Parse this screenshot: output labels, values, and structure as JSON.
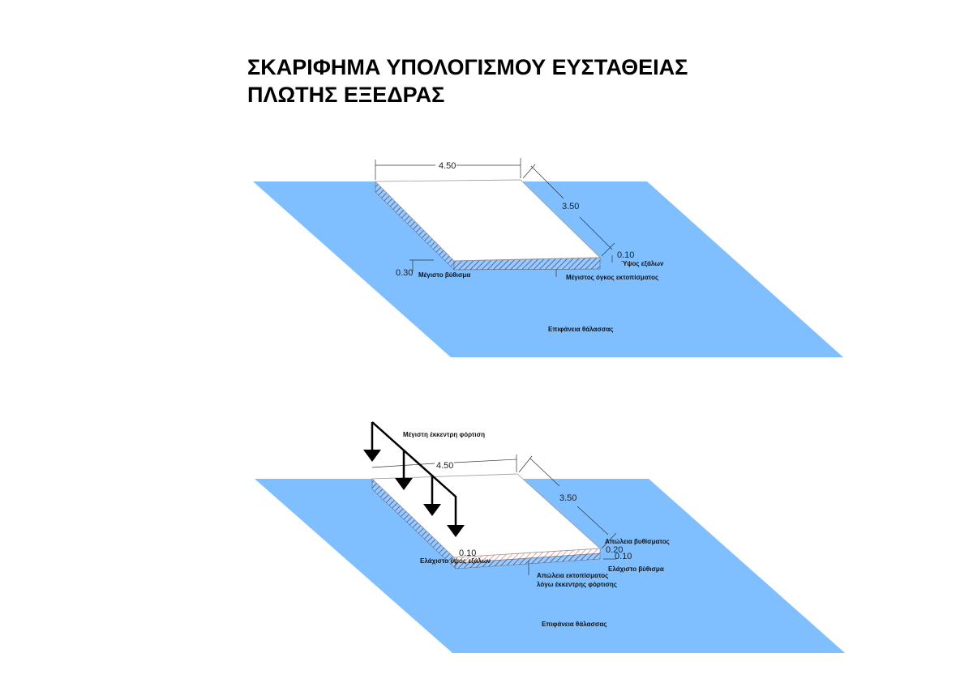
{
  "title": {
    "line1": "ΣΚΑΡΙΦΗΜΑ ΥΠΟΛΟΓΙΣΜΟΥ ΕΥΣΤΑΘΕΙΑΣ",
    "line2": "ΠΛΩΤΗΣ ΕΞΕΔΡΑΣ"
  },
  "colors": {
    "water": "#7fbfff",
    "hatch_blue": "#3a6fc8",
    "hatch_red": "#e08080"
  },
  "top_sketch": {
    "width_dim": "4.50",
    "depth_dim": "3.50",
    "freeboard_dim": "0.10",
    "freeboard_label": "Ύψος  εξάλων",
    "draft_dim": "0.30",
    "draft_label": "Μέγιστο βύθισμα",
    "displacement_label": "Μέγιστος όγκος εκτοπίσματος",
    "sea_label": "Επιφάνεια θάλασσας"
  },
  "bottom_sketch": {
    "load_label": "Μέγιστη έκκεντρη φόρτιση",
    "width_dim": "4.50",
    "depth_dim": "3.50",
    "draft_loss_label": "Απώλεια βυθίσματος",
    "draft_loss_dim": "0.20",
    "min_draft_dim": "0.10",
    "min_draft_label": "Ελάχιστο βύθισμα",
    "min_freeboard_dim": "0.10",
    "min_freeboard_label": "Ελάχιστο ύψος εξάλων",
    "displacement_loss_label_1": "Απώλεια εκτοπίσματος",
    "displacement_loss_label_2": "λόγω έκκεντρης φόρτισης",
    "sea_label": "Επιφάνεια θάλασσας"
  }
}
